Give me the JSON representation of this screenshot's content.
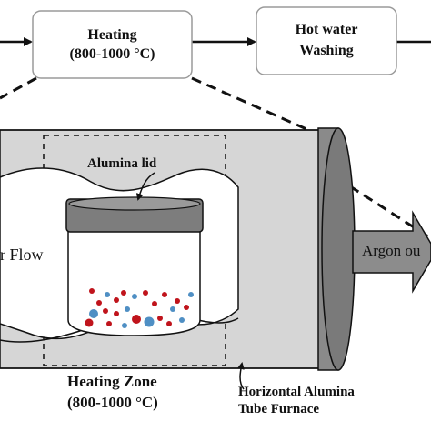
{
  "process": {
    "heating_title": "Heating",
    "heating_range": "(800-1000 °C)",
    "washing_line1": "Hot water",
    "washing_line2": "Washing"
  },
  "furnace": {
    "lid_label": "Alumina lid",
    "flow_in_label": "r Flow",
    "argon_out_label": "Argon ou",
    "zone_title": "Heating Zone",
    "zone_range": "(800-1000 °C)",
    "furnace_line1": "Horizontal Alumina",
    "furnace_line2": "Tube Furnace"
  },
  "colors": {
    "tube_fill": "#d6d6d6",
    "end_cap": "#7a7a7a",
    "lid": "#7d7d7d",
    "particle_red": "#c0141c",
    "particle_blue": "#4f8fc4",
    "arrow_fill": "#8c8c8c"
  }
}
